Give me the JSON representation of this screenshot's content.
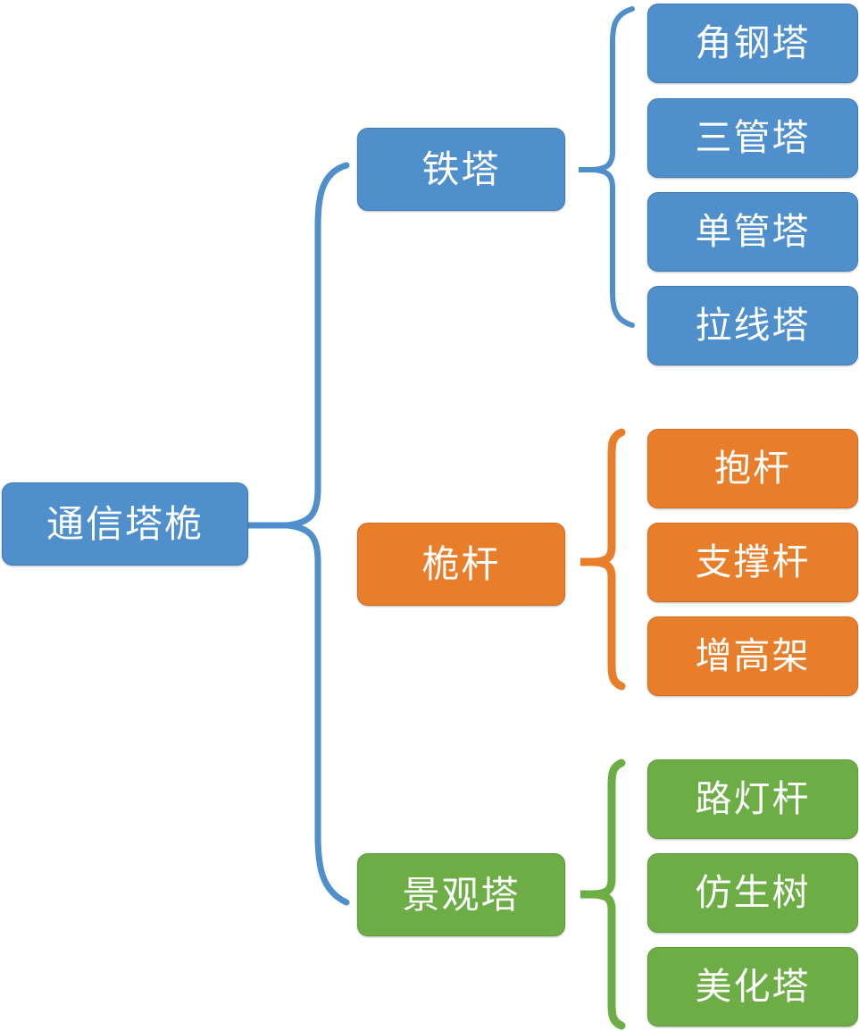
{
  "diagram": {
    "type": "bracket-hierarchy",
    "orientation": "left-to-right",
    "root": {
      "label": "通信塔桅",
      "color": "#4f8fcc"
    },
    "branches": [
      {
        "label": "铁塔",
        "color": "#4f8fcc",
        "brace_color": "#4f8fcc",
        "children": [
          {
            "label": "角钢塔",
            "color": "#4f8fcc"
          },
          {
            "label": "三管塔",
            "color": "#4f8fcc"
          },
          {
            "label": "单管塔",
            "color": "#4f8fcc"
          },
          {
            "label": "拉线塔",
            "color": "#4f8fcc"
          }
        ]
      },
      {
        "label": "桅杆",
        "color": "#e87d2a",
        "brace_color": "#e87d2a",
        "children": [
          {
            "label": "抱杆",
            "color": "#e87d2a"
          },
          {
            "label": "支撑杆",
            "color": "#e87d2a"
          },
          {
            "label": "增高架",
            "color": "#e87d2a"
          }
        ]
      },
      {
        "label": "景观塔",
        "color": "#6dad46",
        "brace_color": "#6dad46",
        "children": [
          {
            "label": "路灯杆",
            "color": "#6dad46"
          },
          {
            "label": "仿生树",
            "color": "#6dad46"
          },
          {
            "label": "美化塔",
            "color": "#6dad46"
          }
        ]
      }
    ],
    "main_brace_color": "#4f8fcc",
    "background": "#ffffff"
  }
}
